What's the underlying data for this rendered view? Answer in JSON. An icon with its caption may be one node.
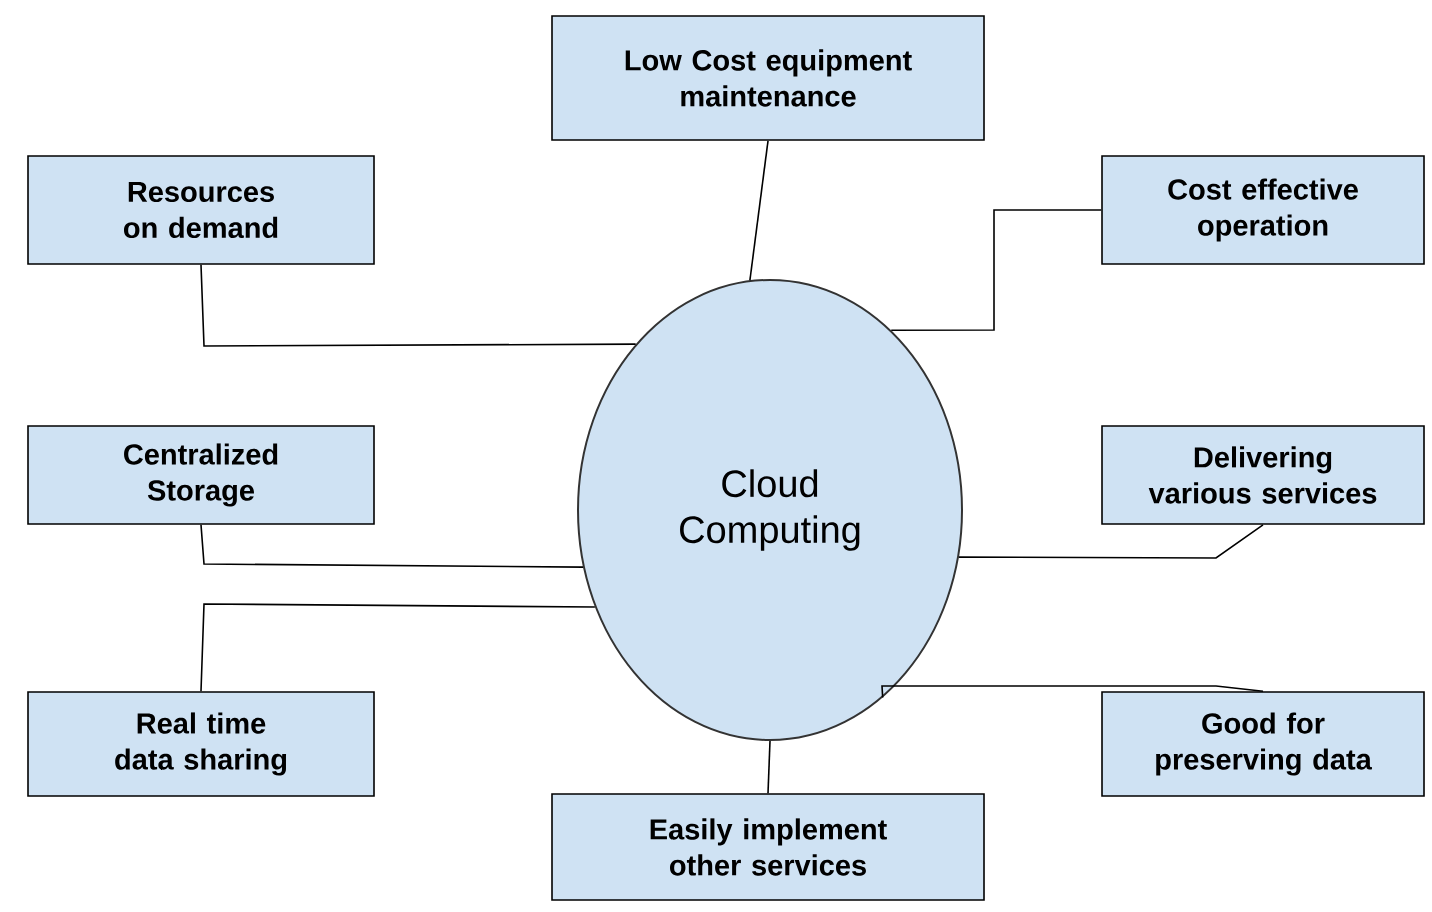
{
  "diagram": {
    "nodes": [
      {
        "text": [
          "Low Cost equipment maintenance"
        ]
      },
      {
        "text": [
          "Resources on demand"
        ]
      },
      {
        "text": [
          "Cost effective operation"
        ]
      },
      {
        "text": [
          "Cloud Computing"
        ]
      },
      {
        "text": [
          "Centralized Storage"
        ]
      },
      {
        "text": [
          "Delivering various services"
        ]
      },
      {
        "text": [
          "Real time data sharing"
        ]
      },
      {
        "text": [
          "Good for preserving data"
        ]
      },
      {
        "text": [
          "Easily implement other services"
        ]
      }
    ],
    "edges": [
      {
        "from": 3,
        "to": 0,
        "arrow": "none"
      },
      {
        "from": 3,
        "to": 1,
        "arrow": "none"
      },
      {
        "from": 3,
        "to": 2,
        "arrow": "none"
      },
      {
        "from": 3,
        "to": 4,
        "arrow": "none"
      },
      {
        "from": 3,
        "to": 5,
        "arrow": "none"
      },
      {
        "from": 3,
        "to": 6,
        "arrow": "none"
      },
      {
        "from": 3,
        "to": 7,
        "arrow": "none"
      },
      {
        "from": 3,
        "to": 8,
        "arrow": "none"
      }
    ]
  }
}
